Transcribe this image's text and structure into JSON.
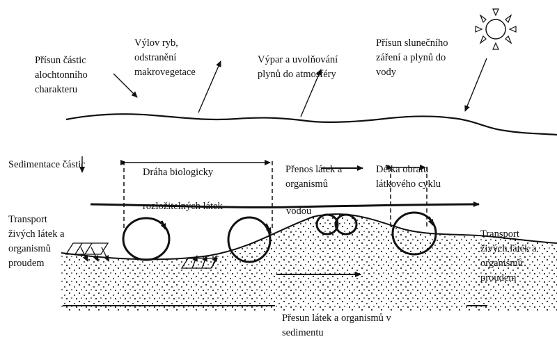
{
  "labels": {
    "allochthonous": [
      "Přísun částic",
      "alochtonního",
      "charakteru"
    ],
    "fish_removal": [
      "Výlov ryb,",
      "odstranění",
      "makrovegetace"
    ],
    "evaporation": [
      "Výpar a uvolňování",
      "plynů do atmosféry"
    ],
    "solar_input": [
      "Přísun slunečního",
      "záření a plynů do",
      "vody"
    ],
    "sedimentation": [
      "Sedimentace částic"
    ],
    "pathway": [
      "Dráha biologicky"
    ],
    "decomposable": [
      "rozložitelných látek"
    ],
    "transfer_water_1": [
      "Přenos látek a",
      "organismů"
    ],
    "transfer_water_2": [
      "vodou"
    ],
    "cycle_length": [
      "Délka obratu",
      "látkového cyklu"
    ],
    "transport_left": [
      "Transport",
      "živých látek a",
      "organismů",
      "proudem"
    ],
    "transport_right": [
      "Transport",
      "živých látek a",
      "organismů",
      "proudem"
    ],
    "sediment_transfer": [
      "Přesun látek a organismů v",
      "sedimentu"
    ]
  },
  "colors": {
    "ink": "#111111",
    "background": "#ffffff"
  }
}
